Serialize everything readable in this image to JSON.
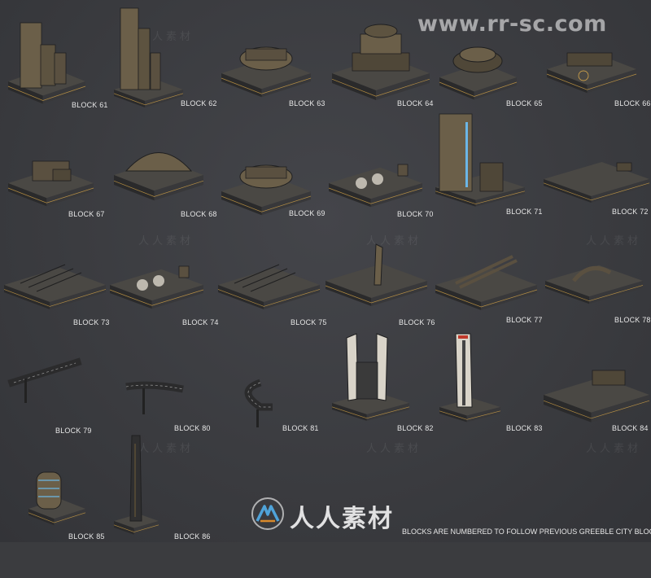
{
  "watermark": {
    "site": "www.rr-sc.com",
    "logo_text": "人人素材"
  },
  "footer": {
    "note": "BLOCKS ARE NUMBERED TO FOLLOW PREVIOUS GREEBLE CITY BLOCKS"
  },
  "blocks": [
    {
      "label": "BLOCK 61",
      "type": "towers"
    },
    {
      "label": "BLOCK 62",
      "type": "towers-tall"
    },
    {
      "label": "BLOCK 63",
      "type": "curved-complex"
    },
    {
      "label": "BLOCK 64",
      "type": "stepped-dome"
    },
    {
      "label": "BLOCK 65",
      "type": "round-hall"
    },
    {
      "label": "BLOCK 66",
      "type": "flat-dock"
    },
    {
      "label": "BLOCK 67",
      "type": "low-complex"
    },
    {
      "label": "BLOCK 68",
      "type": "hangar"
    },
    {
      "label": "BLOCK 69",
      "type": "curved-complex"
    },
    {
      "label": "BLOCK 70",
      "type": "landing-pads"
    },
    {
      "label": "BLOCK 71",
      "type": "towers-tall-lit"
    },
    {
      "label": "BLOCK 72",
      "type": "flat-plate"
    },
    {
      "label": "BLOCK 73",
      "type": "flat-grid"
    },
    {
      "label": "BLOCK 74",
      "type": "landing-pads"
    },
    {
      "label": "BLOCK 75",
      "type": "flat-grid"
    },
    {
      "label": "BLOCK 76",
      "type": "spire-plate"
    },
    {
      "label": "BLOCK 77",
      "type": "rail-plate"
    },
    {
      "label": "BLOCK 78",
      "type": "arc-plate"
    },
    {
      "label": "BLOCK 79",
      "type": "road-straight"
    },
    {
      "label": "BLOCK 80",
      "type": "road-curve"
    },
    {
      "label": "BLOCK 81",
      "type": "road-corner"
    },
    {
      "label": "BLOCK 82",
      "type": "twin-tower-white"
    },
    {
      "label": "BLOCK 83",
      "type": "tower-white"
    },
    {
      "label": "BLOCK 84",
      "type": "flat-grid-raised"
    },
    {
      "label": "BLOCK 85",
      "type": "round-tower-lit"
    },
    {
      "label": "BLOCK 86",
      "type": "needle-tower"
    }
  ]
}
